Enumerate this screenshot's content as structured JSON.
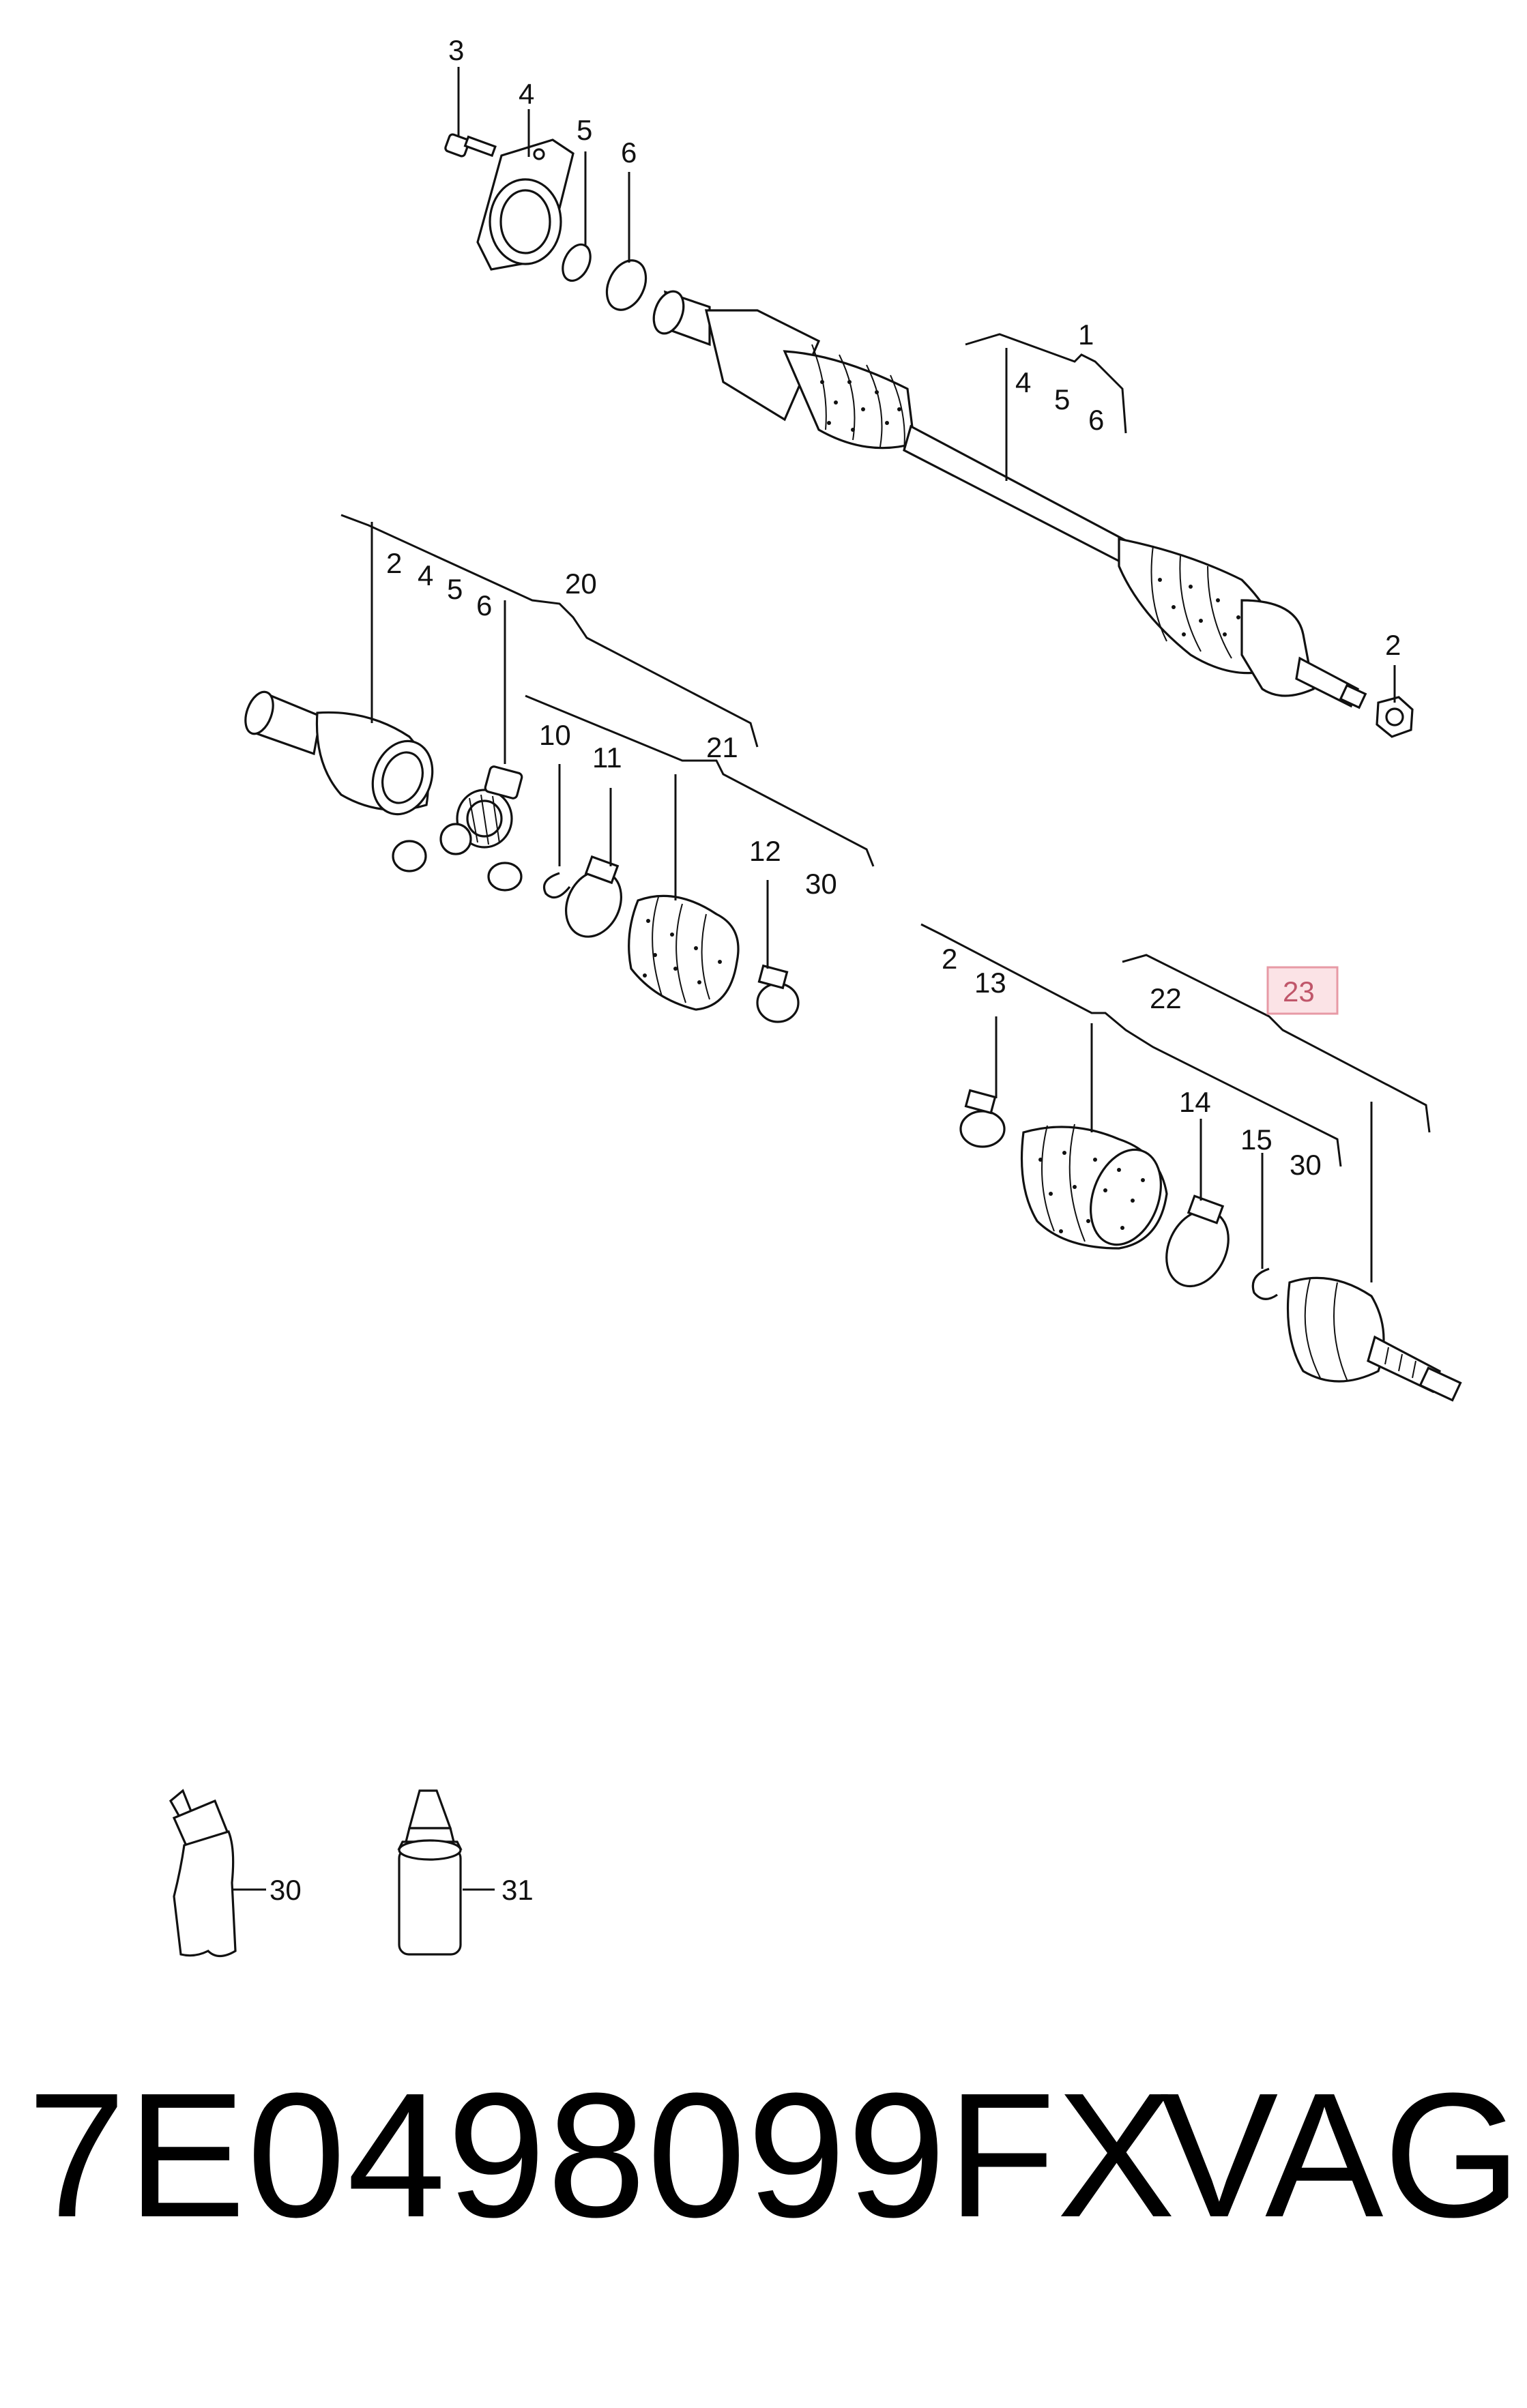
{
  "callouts": {
    "c1": "1",
    "c2a": "2",
    "c2b": "2",
    "c2c": "2",
    "c3": "3",
    "c4a": "4",
    "c4b": "4",
    "c4c": "4",
    "c5a": "5",
    "c5b": "5",
    "c5c": "5",
    "c6a": "6",
    "c6b": "6",
    "c6c": "6",
    "c10": "10",
    "c11": "11",
    "c12": "12",
    "c13": "13",
    "c14": "14",
    "c15": "15",
    "c20": "20",
    "c21": "21",
    "c22": "22",
    "c23": "23",
    "c30a": "30",
    "c30b": "30",
    "c30c": "30",
    "c31": "31"
  },
  "highlight_color": "#fbe3e6",
  "part_number": "7E0498099FX",
  "brand": "VAG"
}
